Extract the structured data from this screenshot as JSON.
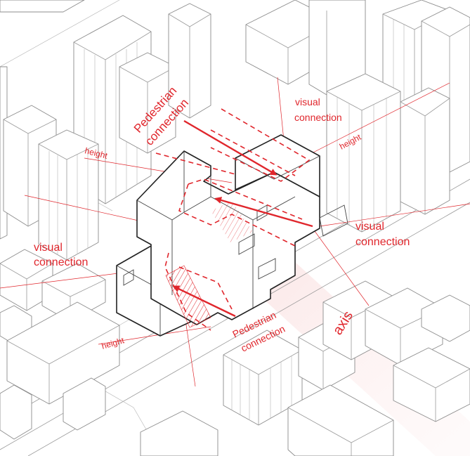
{
  "colors": {
    "accent": "#e0262c",
    "context_stroke": "#8c8c8c",
    "building_stroke": "#222222",
    "background": "#ffffff"
  },
  "labels": {
    "pedestrian_top_1": "Pedestrian",
    "pedestrian_top_2": "connection",
    "visual_top_1": "visual",
    "visual_top_2": "connection",
    "height_left": "height",
    "height_right": "height",
    "visual_right_1": "visual",
    "visual_right_2": "connection",
    "visual_left_1": "visual",
    "visual_left_2": "connection",
    "pedestrian_bottom_1": "Pedestrian",
    "pedestrian_bottom_2": "connection",
    "axis": "axis",
    "height_bottom": "height"
  }
}
